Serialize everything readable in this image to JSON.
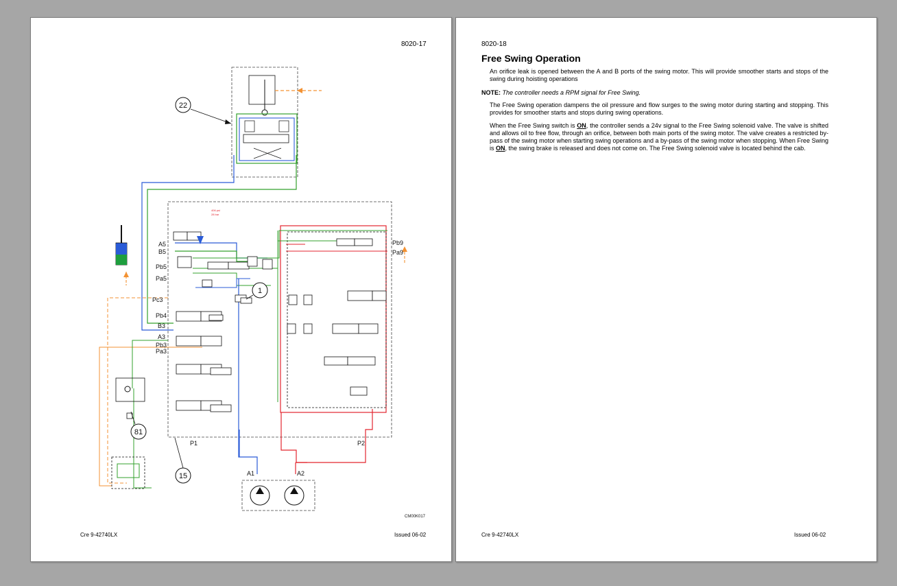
{
  "left_page": {
    "page_number": "8020-17",
    "figure_code": "CM00K017",
    "footer_left": "Cre  9-42740LX",
    "footer_right": "Issued 06-02",
    "callouts": [
      "22",
      "1",
      "81",
      "15"
    ],
    "port_labels": {
      "A5": "A5",
      "B5": "B5",
      "Pb5": "Pb5",
      "Pa5": "Pa5",
      "Pc3": "Pc3",
      "Pb4": "Pb4",
      "A3": "A3",
      "B3": "B3",
      "Pb3": "Pb3",
      "Pa3": "Pa3",
      "Pb9": "Pb9",
      "Pa9": "Pa9",
      "P1": "P1",
      "P2": "P2",
      "A1": "A1",
      "A2": "A2"
    },
    "relief_labels": [
      "406 psi",
      "28 bar"
    ],
    "colors": {
      "blue": "#2a5bd7",
      "green": "#33a02c",
      "red": "#e3262f",
      "orange": "#f39233",
      "black": "#111111"
    }
  },
  "right_page": {
    "page_number": "8020-18",
    "title": "Free Swing Operation",
    "paragraph1": "An orifice leak is opened between the A and B ports of the swing motor. This will provide smoother starts and stops of the swing during hoisting operations",
    "note_label": "NOTE:",
    "note_text": "The controller needs a RPM signal for Free Swing.",
    "paragraph2": "The Free Swing operation dampens the oil pressure and flow surges to the swing motor during starting and stopping. This provides for smoother starts and stops during swing operations.",
    "p3_part1": "When the Free Swing switch is ",
    "on_word": "ON",
    "p3_part2": ", the controller sends a 24v signal to the Free Swing solenoid valve. The valve is shifted and allows oil to free flow, through an orifice, between both main ports of the swing motor. The valve creates a restricted by-pass of the swing motor when starting swing operations and a by-pass of the swing motor when stopping. When Free Swing is ",
    "p3_part3": ", the swing brake is released and does not come on. The Free Swing solenoid valve is located behind the cab.",
    "footer_left": "Cre  9-42740LX",
    "footer_right": "Issued 06-02"
  }
}
